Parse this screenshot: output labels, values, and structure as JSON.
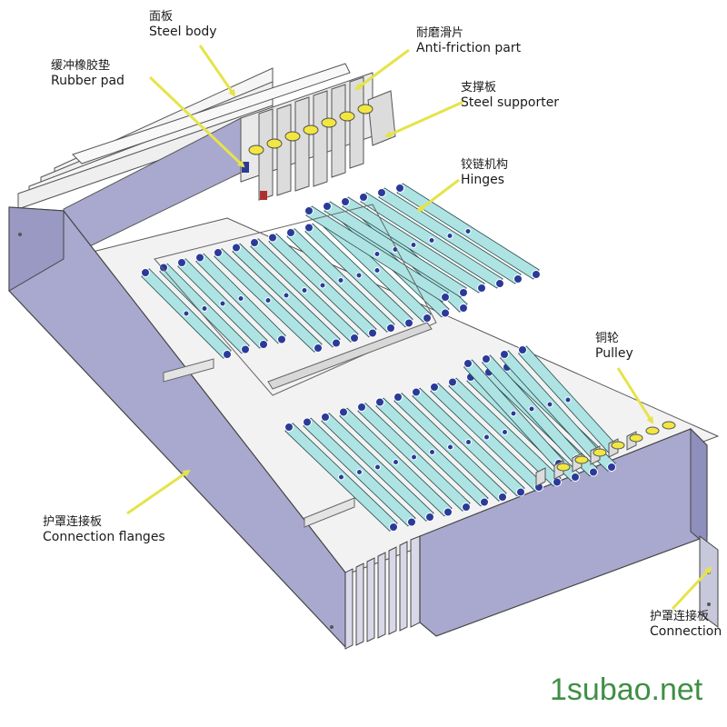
{
  "labels": {
    "steel_body": {
      "cn": "面板",
      "en": "Steel body"
    },
    "rubber_pad": {
      "cn": "缓冲橡胶垫",
      "en": "Rubber pad"
    },
    "anti_friction": {
      "cn": "耐磨滑片",
      "en": "Anti-friction part"
    },
    "steel_supporter": {
      "cn": "支撑板",
      "en": "Steel supporter"
    },
    "hinges": {
      "cn": "铰链机构",
      "en": "Hinges"
    },
    "pulley": {
      "cn": "铜轮",
      "en": "Pulley"
    },
    "connection_flanges": {
      "cn": "护罩连接板",
      "en": "Connection flanges"
    },
    "connection_right": {
      "cn": "护罩连接板",
      "en": "Connection"
    }
  },
  "watermark": "1subao.net",
  "colors": {
    "arrow": "#e6e34a",
    "panel": "#a9a9cf",
    "panel_dark": "#8f8fbd",
    "hinge": "#aee3e3",
    "hinge_edge": "#2a4a4a",
    "bolt": "#2b3a9a",
    "pulley": "#f2e640",
    "watermark": "#3f8f45"
  }
}
